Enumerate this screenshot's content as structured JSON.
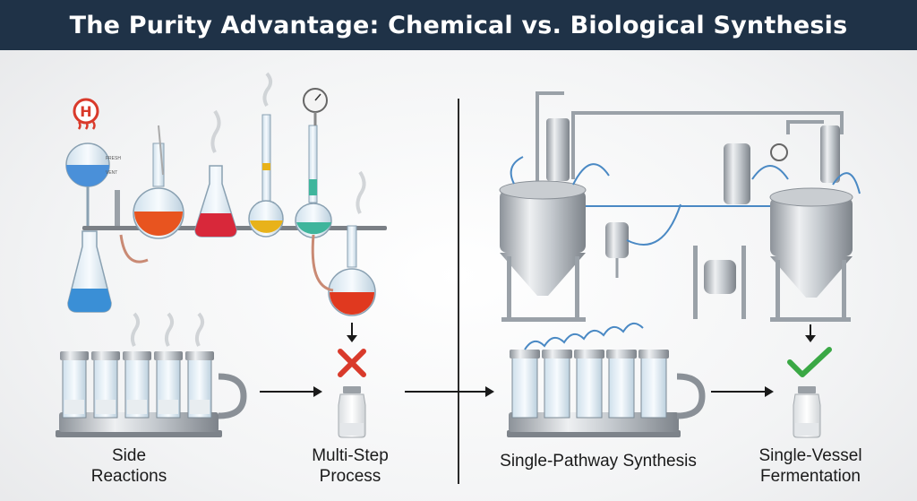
{
  "title": "The Purity Advantage: Chemical vs. Biological Synthesis",
  "flask_labels": {
    "fresh": "FRESH",
    "vent": "VENT"
  },
  "hazard_symbol": "H",
  "labels": {
    "side_reactions": "Side\nReactions",
    "multi_step": "Multi-Step\nProcess",
    "single_pathway": "Single-Pathway Synthesis",
    "single_vessel": "Single-Vessel\nFermentation"
  },
  "icons": {
    "fail": "x-mark-icon",
    "success": "check-mark-icon"
  },
  "colors": {
    "title_bg": "#1f3247",
    "fail": "#d93a2b",
    "success": "#3aa845",
    "liquid_blue": "#3a8fd6",
    "liquid_red": "#e0391f",
    "liquid_yellow": "#e8b21a",
    "liquid_teal": "#3fb59c"
  }
}
